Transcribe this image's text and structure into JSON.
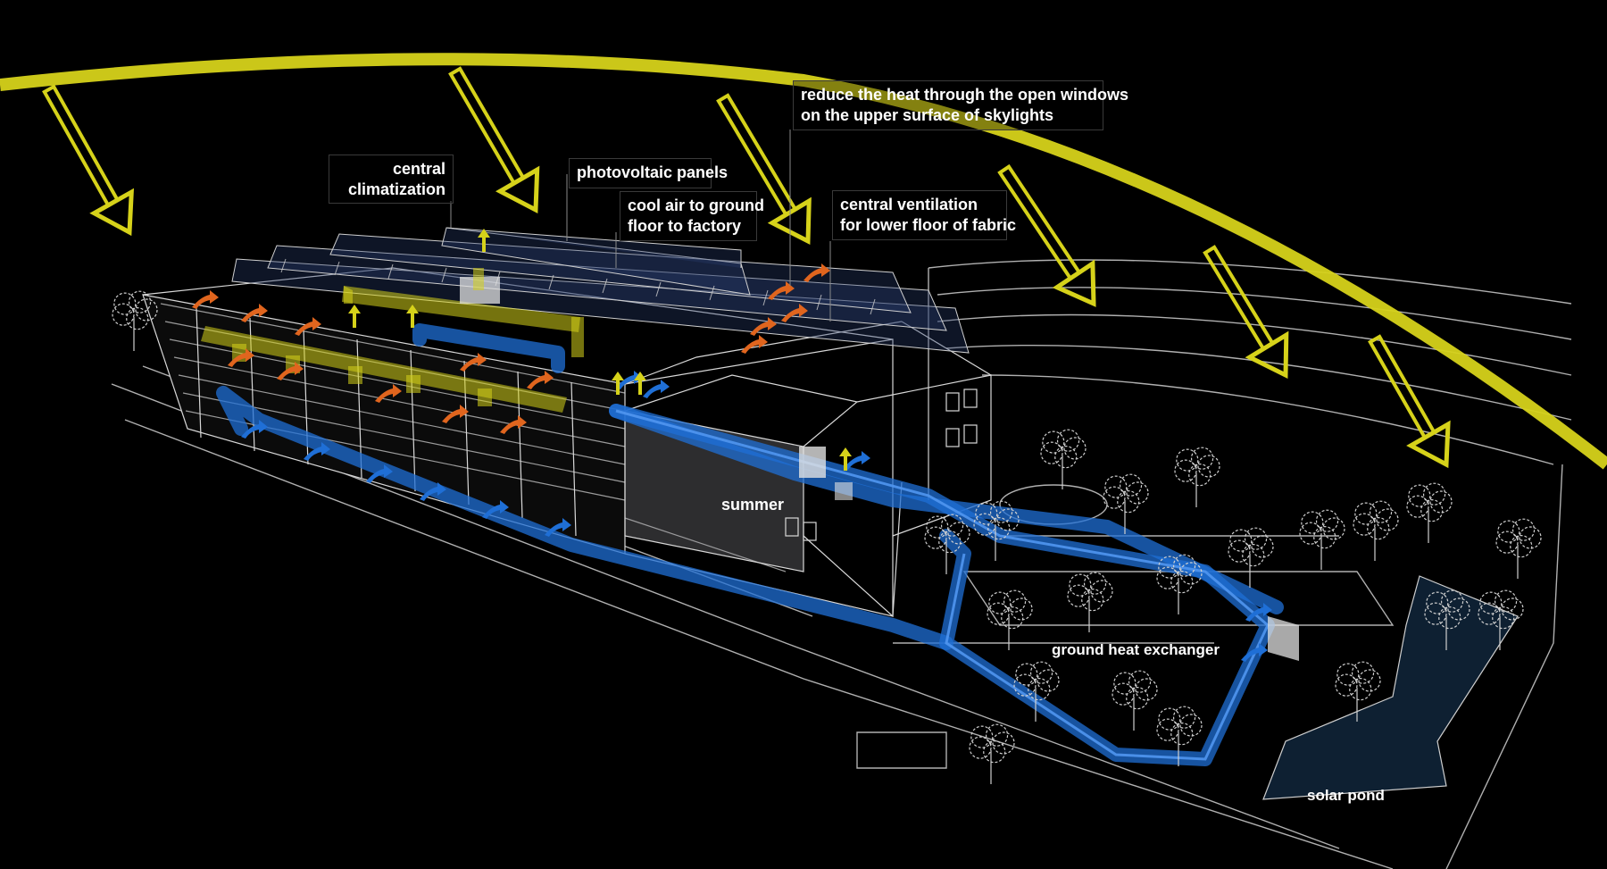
{
  "callouts": {
    "central_climatization": [
      "central",
      "climatization"
    ],
    "photovoltaic_panels": "photovoltaic panels",
    "cool_air": [
      "cool air to ground",
      "floor to  factory"
    ],
    "reduce_heat": [
      "reduce the heat through the open windows",
      "on the upper surface of skylights"
    ],
    "central_ventilation": [
      "central ventilation",
      "for lower floor of fabric"
    ]
  },
  "labels": {
    "season": "summer",
    "ground_heat_exchanger": "ground heat exchanger",
    "solar_pond": "solar pond"
  },
  "colors": {
    "background": "#000000",
    "sun_path": "#d6d21a",
    "cool_air": "#1f6fd6",
    "warm_air": "#e0651e",
    "linework": "#cfcfcf"
  },
  "icons": [
    "sun-ray-arrow-icon",
    "warm-air-arrow-icon",
    "cool-air-arrow-icon",
    "tree-icon",
    "heat-exchanger-unit-icon"
  ]
}
